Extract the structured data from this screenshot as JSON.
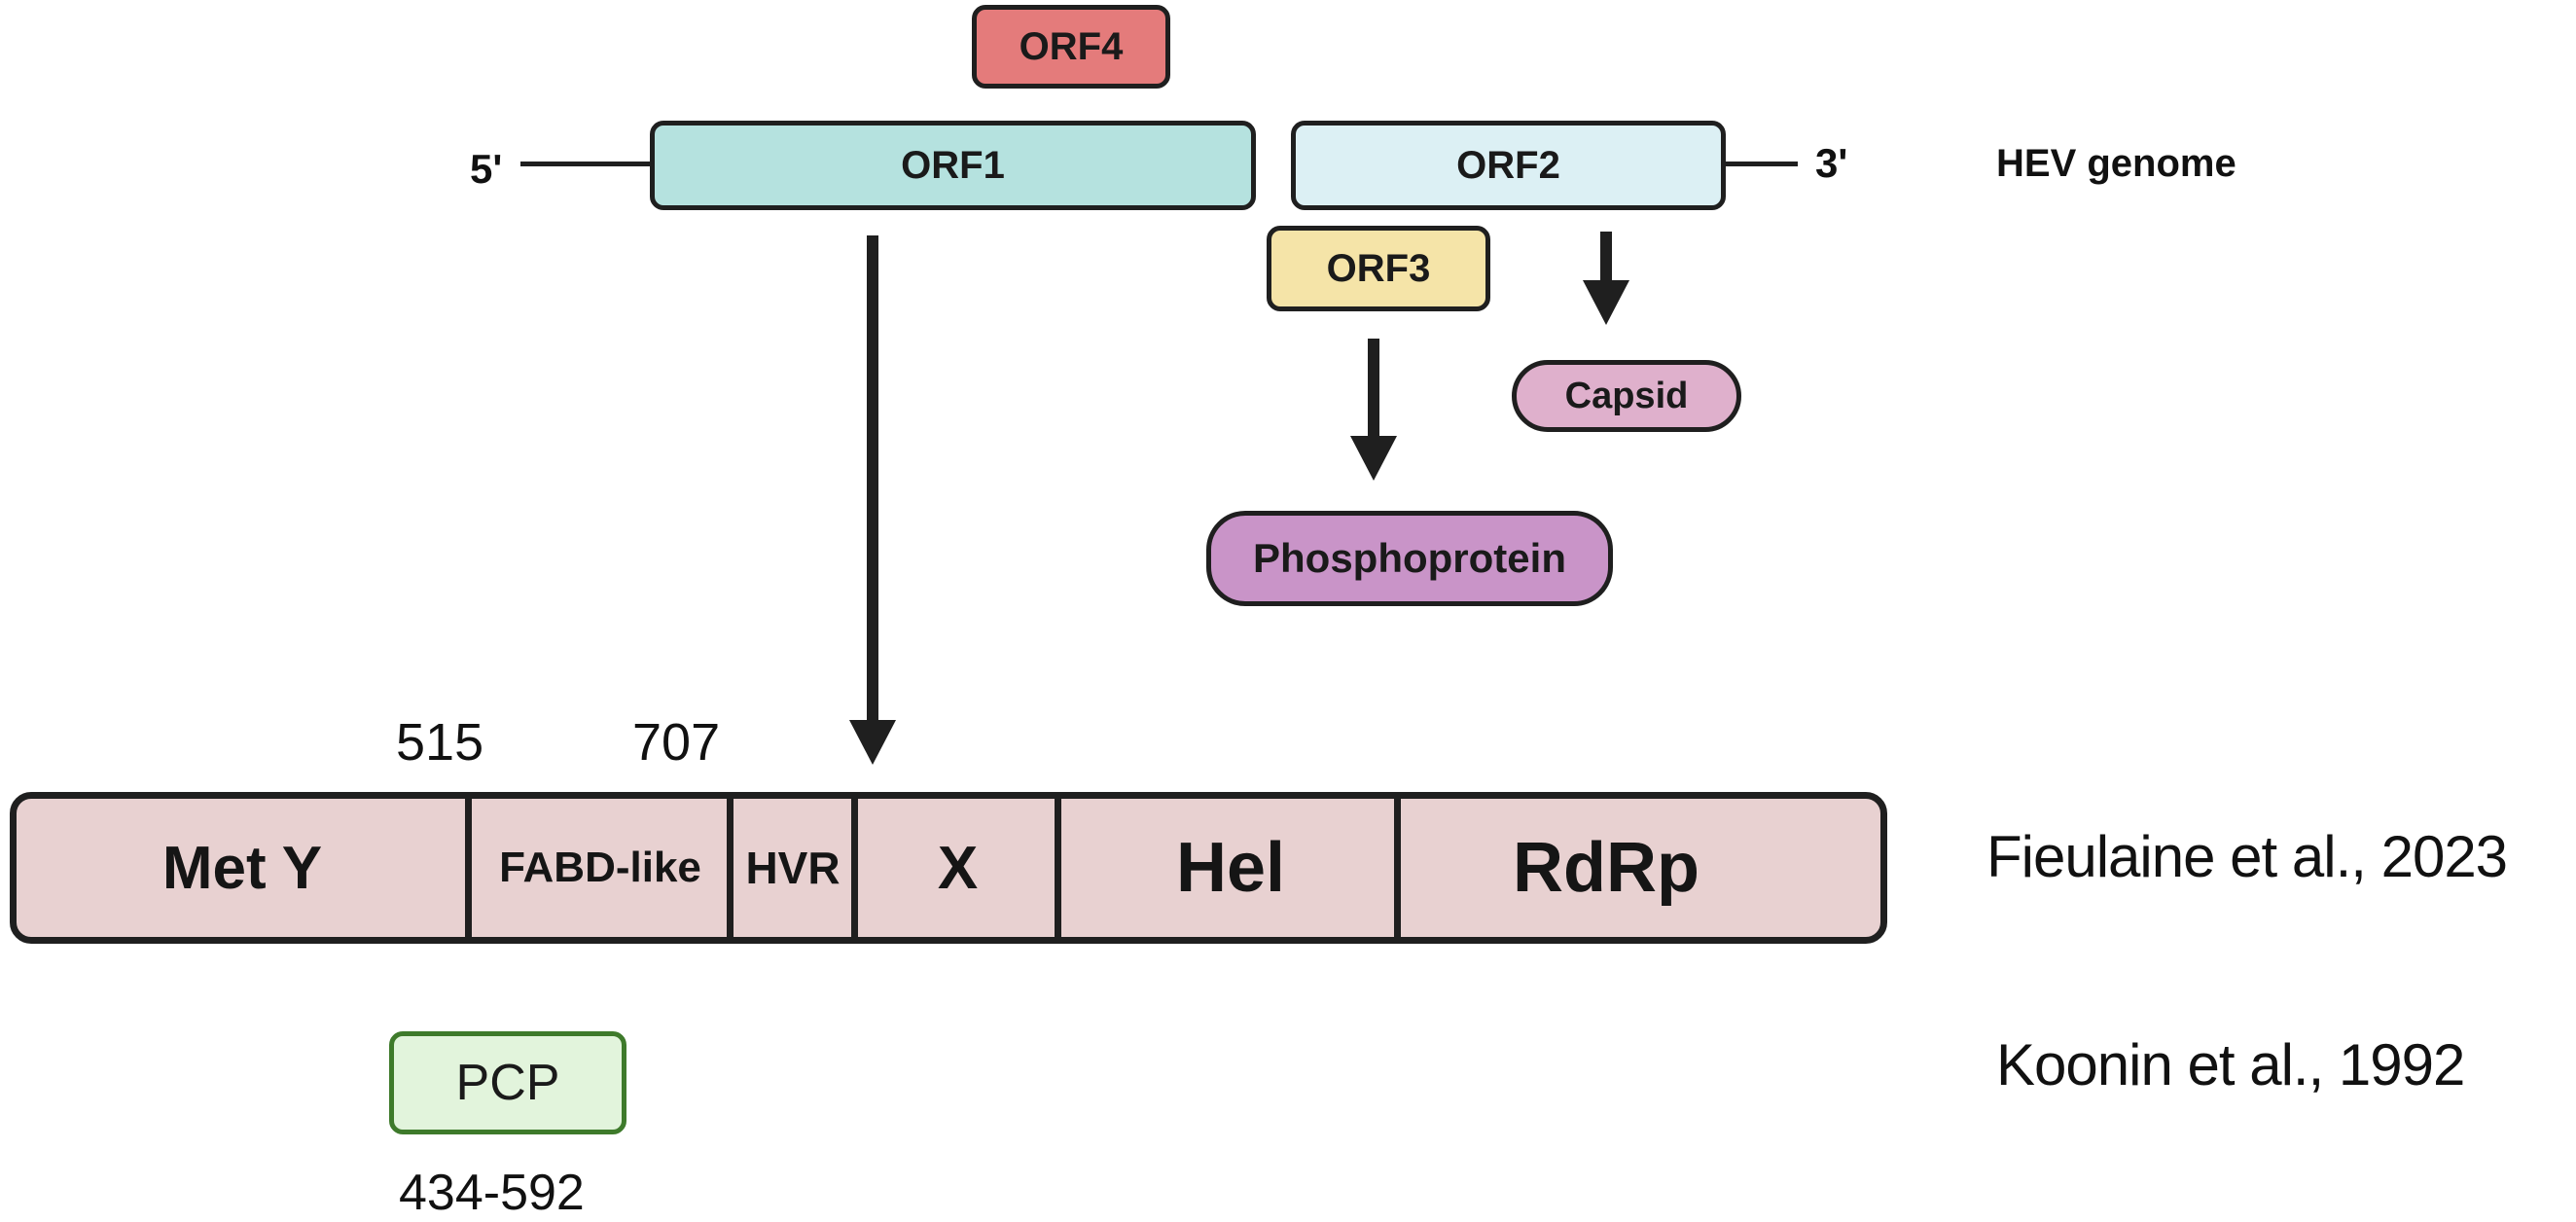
{
  "genome": {
    "five_prime": "5'",
    "three_prime": "3'",
    "title": "HEV genome",
    "orf1": "ORF1",
    "orf2": "ORF2",
    "orf3": "ORF3",
    "orf4": "ORF4"
  },
  "products": {
    "capsid": "Capsid",
    "phosphoprotein": "Phosphoprotein"
  },
  "polyprotein": {
    "positions": {
      "p515": "515",
      "p707": "707"
    },
    "domains": [
      "Met Y",
      "FABD-like",
      "HVR",
      "X",
      "Hel",
      "RdRp"
    ],
    "citation": "Fieulaine et al., 2023"
  },
  "koonin": {
    "domain": "PCP",
    "range": "434-592",
    "citation": "Koonin et al., 1992"
  },
  "colors": {
    "orf1": "#b5e2df",
    "orf2": "#dcf0f4",
    "orf3": "#f5e4a8",
    "orf4": "#e47b7b",
    "capsid": "#dfb0cc",
    "phosphoprotein": "#c994c8",
    "polyprotein": "#e8d1d1",
    "pcp_fill": "#e2f4dc",
    "pcp_border": "#3e7a2b"
  }
}
